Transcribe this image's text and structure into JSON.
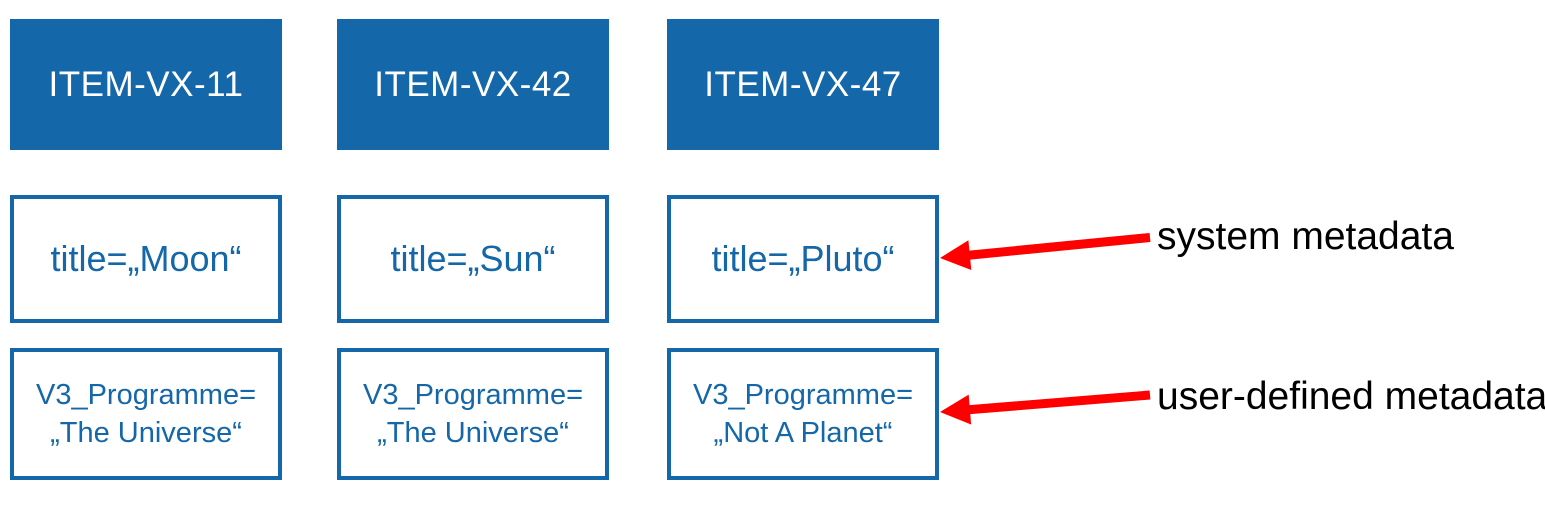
{
  "colors": {
    "accent_blue": "#1467A8",
    "arrow_red": "#FF0000",
    "annotation_text": "#000000",
    "header_text": "#FFFFFF",
    "background": "#FFFFFF"
  },
  "items": [
    {
      "id": "ITEM-VX-11",
      "system_metadata": "title=„Moon“",
      "user_metadata": {
        "line1": "V3_Programme=",
        "line2": "„The Universe“"
      }
    },
    {
      "id": "ITEM-VX-42",
      "system_metadata": "title=„Sun“",
      "user_metadata": {
        "line1": "V3_Programme=",
        "line2": "„The Universe“"
      }
    },
    {
      "id": "ITEM-VX-47",
      "system_metadata": "title=„Pluto“",
      "user_metadata": {
        "line1": "V3_Programme=",
        "line2": "„Not A Planet“"
      }
    }
  ],
  "annotations": {
    "system": {
      "label": "system metadata"
    },
    "user": {
      "label": "user-defined metadata"
    }
  }
}
